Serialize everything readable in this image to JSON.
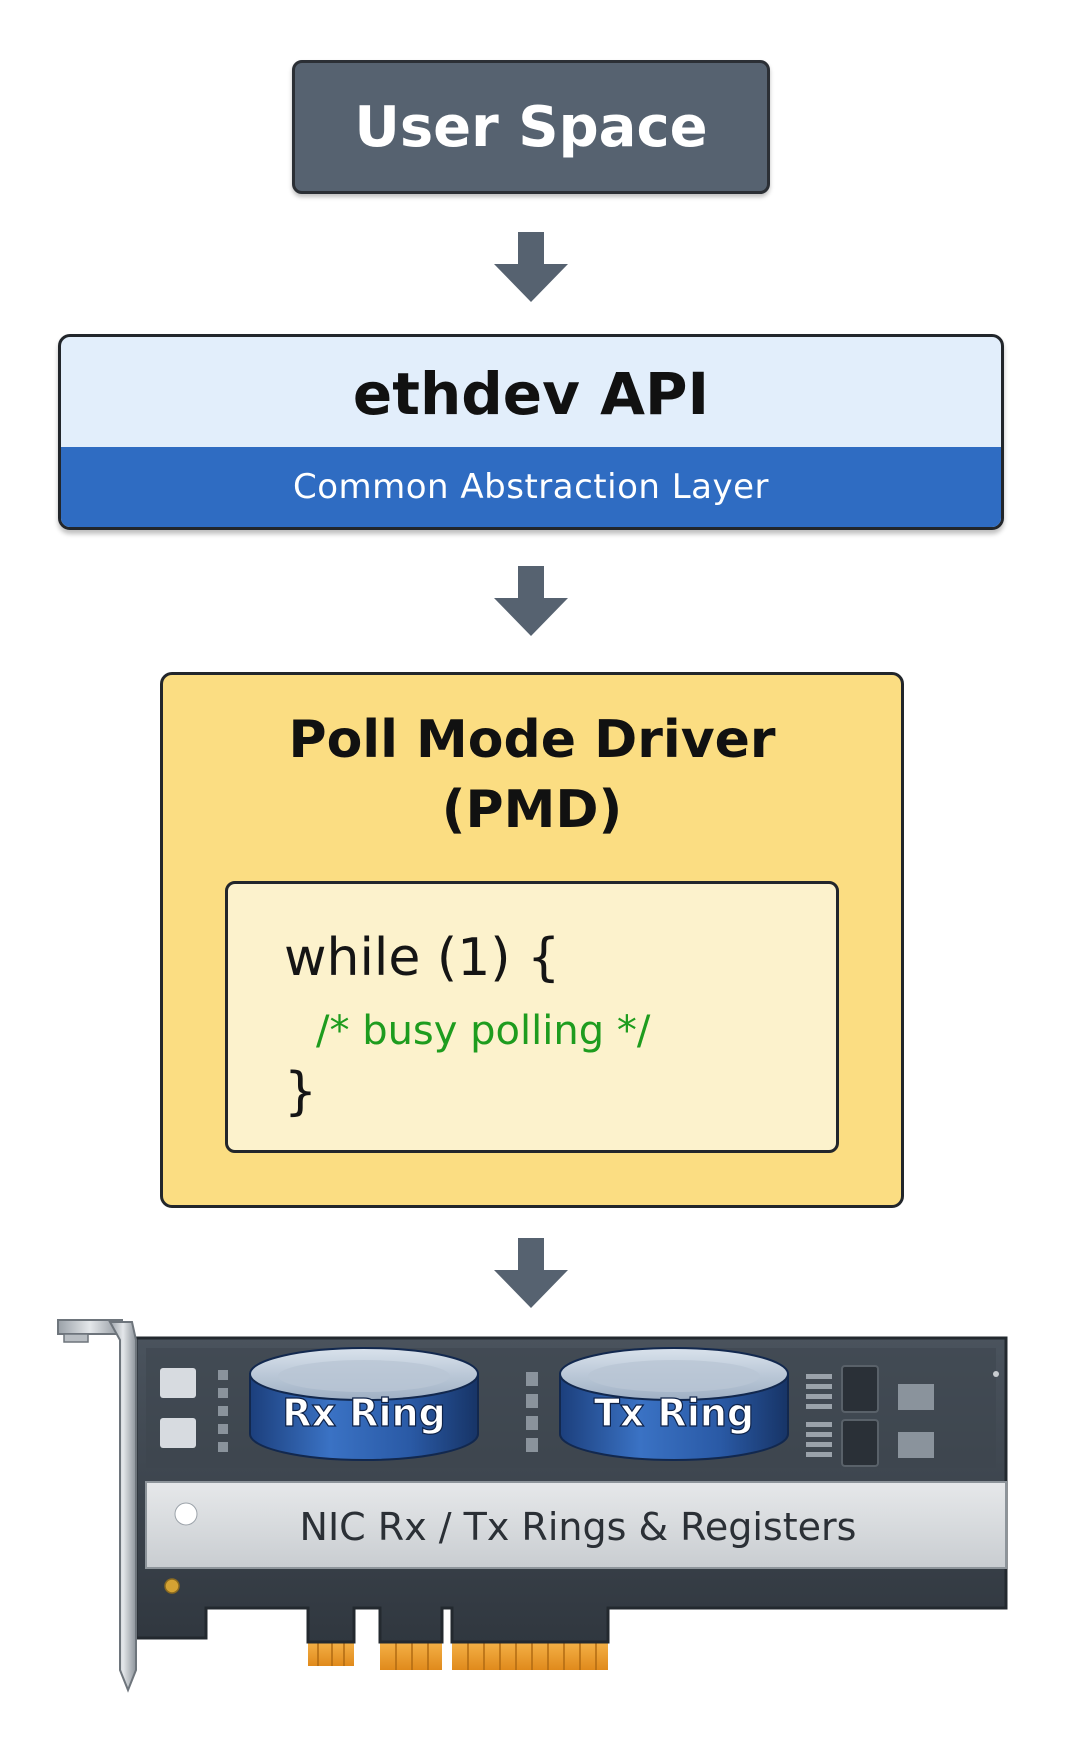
{
  "user_space": {
    "label": "User Space"
  },
  "ethdev": {
    "title": "ethdev API",
    "subtitle": "Common Abstraction Layer"
  },
  "pmd": {
    "title_line1": "Poll Mode Driver",
    "title_line2": "(PMD)",
    "code": {
      "line1": "while (1) {",
      "line2": "/* busy polling */",
      "line3": "}"
    }
  },
  "nic": {
    "rx_ring": "Rx Ring",
    "tx_ring": "Tx Ring",
    "label": "NIC Rx / Tx Rings & Registers"
  },
  "colors": {
    "user_space_fill": "#566270",
    "ethdev_top": "#e2eefb",
    "ethdev_band": "#2f6cc2",
    "pmd_fill": "#fbdd82",
    "code_fill": "#fcf2cc",
    "comment_green": "#1e9c1e",
    "arrow": "#566270",
    "ring_blue": "#2a5aa6",
    "pcb": "#3b434c",
    "gold_contacts": "#f0a234"
  }
}
